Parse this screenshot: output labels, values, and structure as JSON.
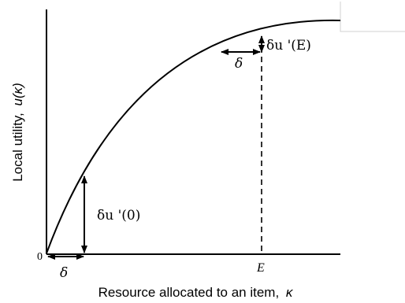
{
  "axes": {
    "y_label": "Local utility,",
    "y_label_var": "u(κ)",
    "x_label": "Resource allocated to an item,",
    "x_label_var": "κ",
    "origin_label": "0",
    "e_tick_label": "E"
  },
  "annotations": {
    "delta_bottom": "δ",
    "delta_top": "δ",
    "marginal_at_zero": "δu '(0)",
    "marginal_at_e": "δu '(E)"
  }
}
